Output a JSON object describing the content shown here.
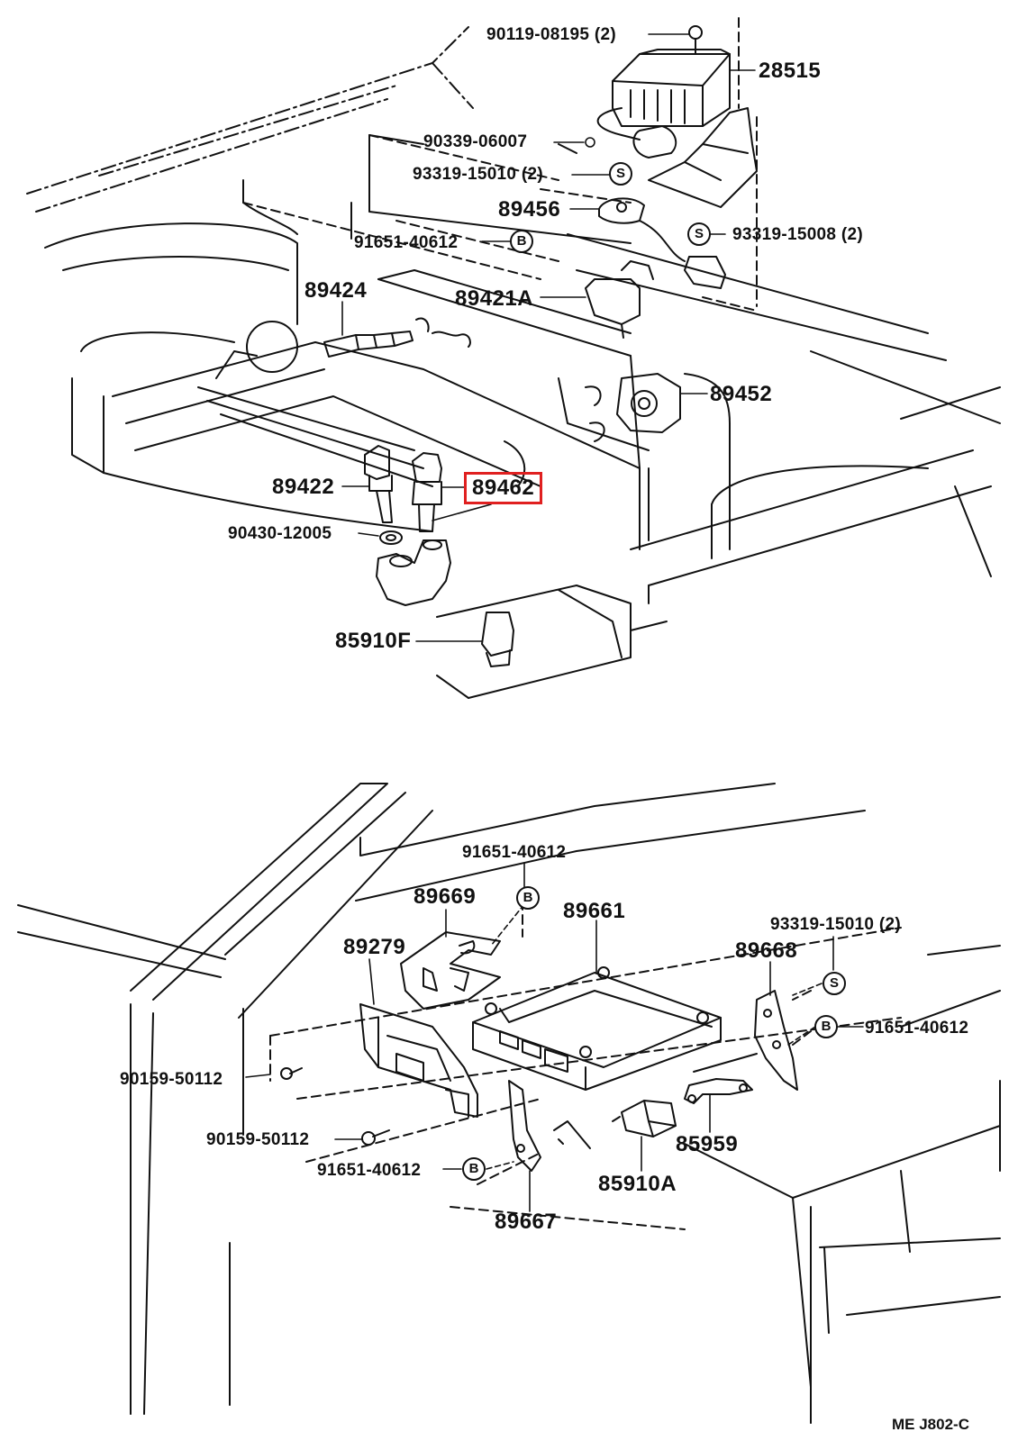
{
  "top": {
    "p90119_08195": "90119-08195 (2)",
    "p28515": "28515",
    "p90339_06007": "90339-06007",
    "p93319_15010": "93319-15010 (2)",
    "p89456": "89456",
    "p91651_40612": "91651-40612",
    "p93319_15008": "93319-15008 (2)",
    "p89424": "89424",
    "p89421A": "89421A",
    "p89452": "89452",
    "p89422": "89422",
    "p89462": "89462",
    "p90430_12005": "90430-12005",
    "p85910F": "85910F"
  },
  "bottom": {
    "p91651_40612_a": "91651-40612",
    "p89669": "89669",
    "p89661": "89661",
    "p93319_15010": "93319-15010 (2)",
    "p89279": "89279",
    "p89668": "89668",
    "p91651_40612_b": "91651-40612",
    "p90159_50112_a": "90159-50112",
    "p90159_50112_b": "90159-50112",
    "p85959": "85959",
    "p91651_40612_c": "91651-40612",
    "p85910A": "85910A",
    "p89667": "89667"
  },
  "symbols": {
    "s": "S",
    "b": "B"
  },
  "footer": {
    "code": "ME J802-C"
  },
  "highlight": {
    "part": "89462",
    "color": "#e02020"
  }
}
